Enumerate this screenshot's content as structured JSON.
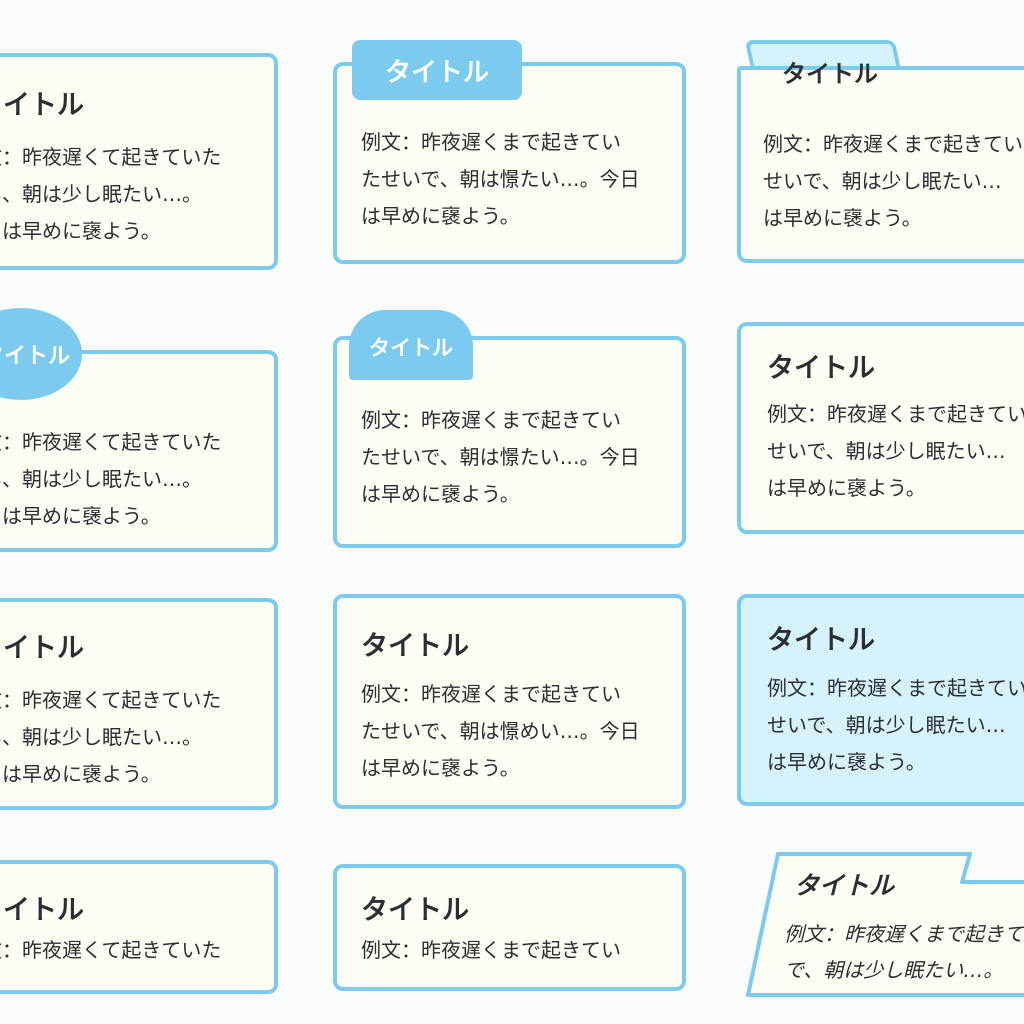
{
  "accent_color": "#7ccbee",
  "card_fill": "#fdfdf3",
  "highlight_fill": "#d6f2fd",
  "cards": [
    {
      "title": "タイトル",
      "lines": [
        "例文：昨夜遅くて起きていた",
        "せい、朝は少し眠たい…。",
        "今日は早めに襃よう。"
      ]
    },
    {
      "title": "タイトル",
      "lines": [
        "例文：昨夜遅くまで起きてい",
        "たせいで、朝は憬たい…。今日",
        "は早めに襃よう。"
      ]
    },
    {
      "title": "タイトル",
      "lines": [
        "例文：昨夜遅くまで起きてい",
        "せいで、朝は少し眠たい…",
        "は早めに襃よう。"
      ]
    },
    {
      "title": "タイトル",
      "lines": [
        "例文：昨夜遅くて起きていた",
        "せい、朝は少し眠たい…。",
        "今日は早めに襃よう。"
      ]
    },
    {
      "title": "タイトル",
      "lines": [
        "例文：昨夜遅くまで起きてい",
        "たせいで、朝は憬たい…。今日",
        "は早めに襃よう。"
      ]
    },
    {
      "title": "タイトル",
      "lines": [
        "例文：昨夜遅くまで起きてい",
        "せいで、朝は少し眠たい…",
        "は早めに襃よう。"
      ]
    },
    {
      "title": "タイトル",
      "lines": [
        "例文：昨夜遅くて起きていた",
        "せい、朝は少し眠たい…。",
        "今日は早めに襃よう。"
      ]
    },
    {
      "title": "タイトル",
      "lines": [
        "例文：昨夜遅くまで起きてい",
        "たせいで、朝は憬めい…。今日",
        "は早めに襃よう。"
      ]
    },
    {
      "title": "タイトル",
      "lines": [
        "例文：昨夜遅くまで起きてい",
        "せいで、朝は少し眠たい…",
        "は早めに襃よう。"
      ]
    },
    {
      "title": "タイトル",
      "lines": [
        "例文：昨夜遅くて起きていた"
      ]
    },
    {
      "title": "タイトル",
      "lines": [
        "例文：昨夜遅くまで起きてい"
      ]
    },
    {
      "title": "タイトル",
      "lines": [
        "例文：昨夜遅くまで起きてい",
        "で、朝は少し眠たい…。"
      ]
    }
  ]
}
